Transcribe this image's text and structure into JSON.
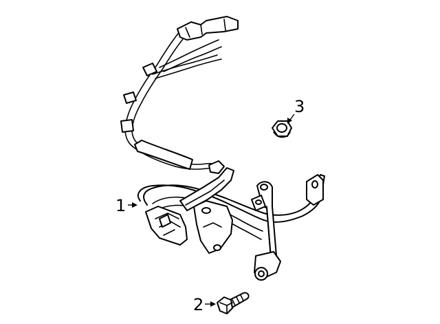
{
  "callouts": [
    {
      "number": "1",
      "part": "sensor-harness-bracket-assembly"
    },
    {
      "number": "2",
      "part": "bolt"
    },
    {
      "number": "3",
      "part": "nut"
    }
  ],
  "colors": {
    "line": "#000000",
    "background": "#ffffff"
  }
}
